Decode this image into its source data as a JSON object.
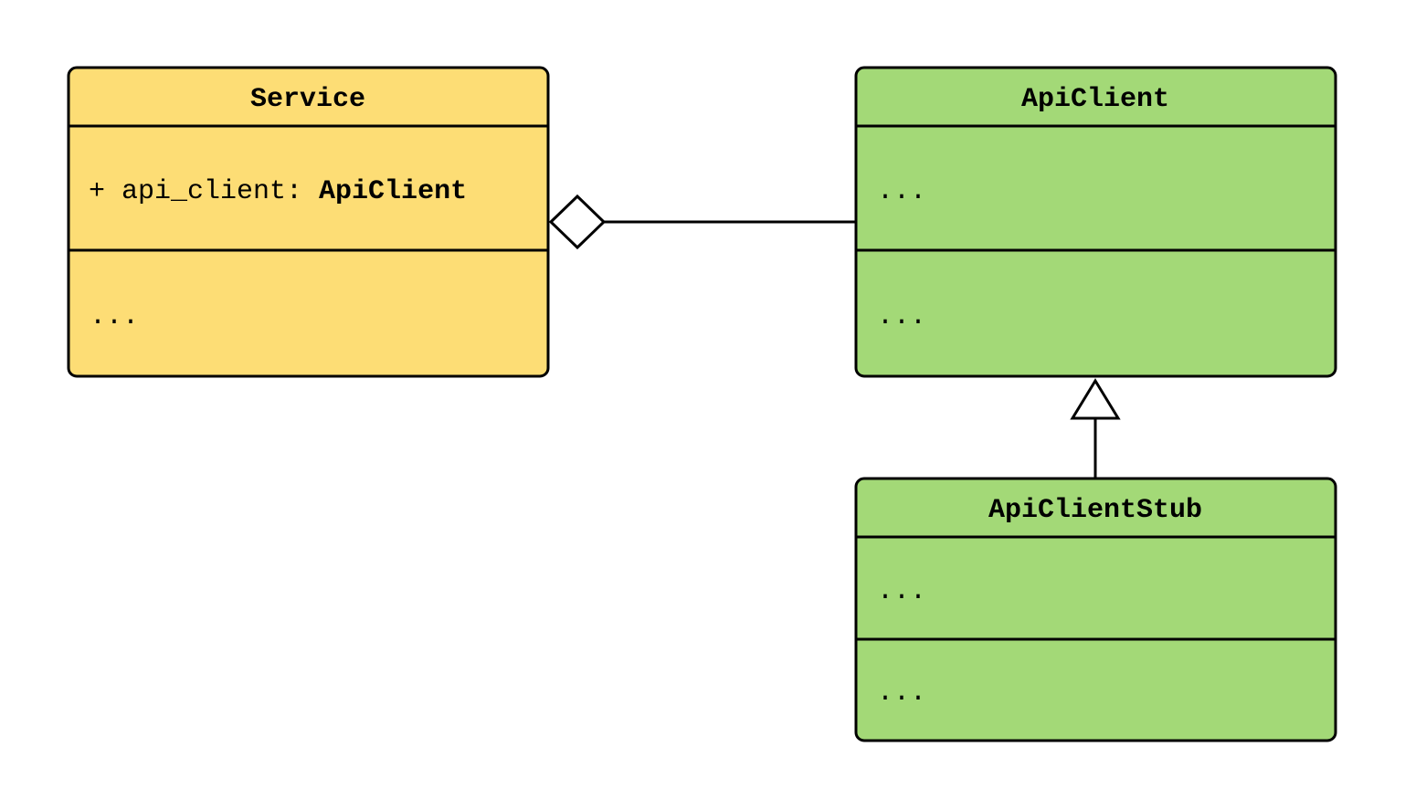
{
  "colors": {
    "service_fill": "#FDDD75",
    "client_fill": "#A3D977",
    "stroke": "#000000"
  },
  "classes": {
    "service": {
      "name": "Service",
      "attribute_prefix": "+ api_client: ",
      "attribute_type": "ApiClient",
      "methods": "..."
    },
    "api_client": {
      "name": "ApiClient",
      "attributes": "...",
      "methods": "..."
    },
    "api_client_stub": {
      "name": "ApiClientStub",
      "attributes": "...",
      "methods": "..."
    }
  },
  "relations": {
    "aggregation": {
      "from": "Service",
      "to": "ApiClient",
      "kind": "aggregation"
    },
    "generalization": {
      "from": "ApiClientStub",
      "to": "ApiClient",
      "kind": "generalization"
    }
  }
}
